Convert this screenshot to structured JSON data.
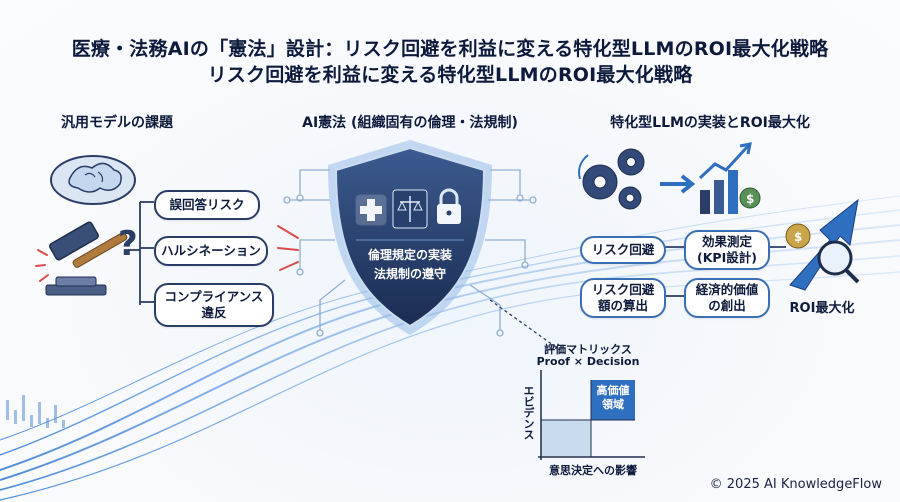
{
  "title": {
    "line1": "医療・法務AIの「憲法」設計：リスク回避を利益に変える特化型LLMのROI最大化戦略",
    "line2": "リスク回避を利益に変える特化型LLMのROI最大化戦略"
  },
  "left": {
    "heading": "汎用モデルの課題",
    "issues": [
      "誤回答リスク",
      "ハルシネーション",
      "コンプライアンス\n違反"
    ]
  },
  "center": {
    "heading": "AI憲法 (組織固有の倫理・法規制)",
    "shield_text_1": "倫理規定の実装",
    "shield_text_2": "法規制の遵守"
  },
  "right": {
    "heading": "特化型LLMの実装とROI最大化",
    "boxes": {
      "risk_avoid": "リスク回避",
      "kpi": "効果測定\n(KPI設計)",
      "calc": "リスク回避\n額の算出",
      "econ": "経済的価値\nの創出"
    },
    "roi_label": "ROI最大化"
  },
  "matrix": {
    "title_1": "評価マトリックス",
    "title_2": "Proof × Decision",
    "high_value": "高価値\n領域",
    "y_label": "エビデンス",
    "x_label": "意思決定への影響"
  },
  "copyright": "© 2025 AI KnowledgeFlow",
  "colors": {
    "navy": "#1f3461",
    "accent": "#2f6fc0",
    "light": "#cfe0f4",
    "red": "#d94c4c"
  }
}
